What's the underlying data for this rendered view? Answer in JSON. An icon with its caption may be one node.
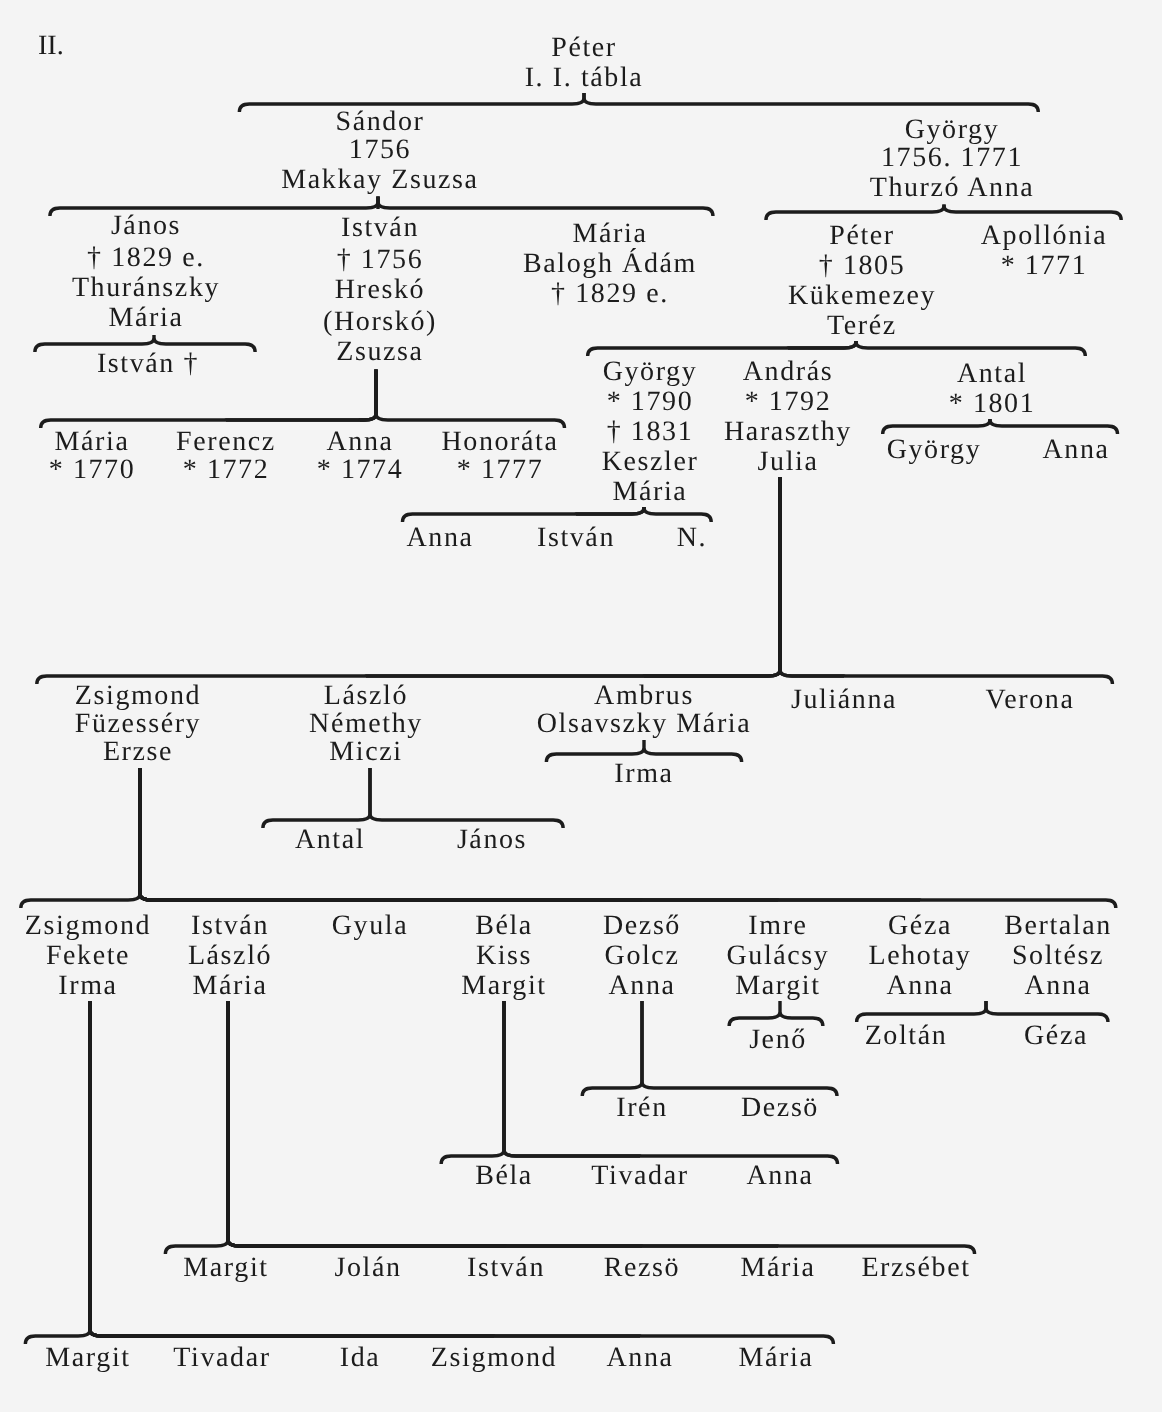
{
  "diagram": {
    "title": "II.",
    "nodes": [
      {
        "text": [
          "Péter",
          "I. I. tábla"
        ]
      },
      {
        "text": [
          "Sándor",
          "1756",
          "Makkay Zsuzsa"
        ]
      },
      {
        "text": [
          "György",
          "1756. 1771",
          "Thurzó Anna"
        ]
      },
      {
        "text": [
          "János",
          "† 1829 e.",
          "Thuránszky",
          "Mária"
        ]
      },
      {
        "text": [
          "István",
          "† 1756",
          "Hreskó",
          "(Horskó)",
          "Zsuzsa"
        ]
      },
      {
        "text": [
          "Mária",
          "Balogh Ádám",
          "† 1829 e."
        ]
      },
      {
        "text": [
          "Péter",
          "† 1805",
          "Kükemezey",
          "Teréz"
        ]
      },
      {
        "text": [
          "Apollónia",
          "* 1771"
        ]
      },
      {
        "text": [
          "István †"
        ]
      },
      {
        "text": [
          "György",
          "* 1790",
          "† 1831",
          "Keszler",
          "Mária"
        ]
      },
      {
        "text": [
          "András",
          "* 1792",
          "Haraszthy",
          "Julia"
        ]
      },
      {
        "text": [
          "Antal",
          "* 1801"
        ]
      },
      {
        "text": [
          "Mária",
          "* 1770"
        ]
      },
      {
        "text": [
          "Ferencz",
          "* 1772"
        ]
      },
      {
        "text": [
          "Anna",
          "* 1774"
        ]
      },
      {
        "text": [
          "Honoráta",
          "* 1777"
        ]
      },
      {
        "text": [
          "György"
        ]
      },
      {
        "text": [
          "Anna"
        ]
      },
      {
        "text": [
          "Anna"
        ]
      },
      {
        "text": [
          "István"
        ]
      },
      {
        "text": [
          "N."
        ]
      },
      {
        "text": [
          "Zsigmond",
          "Füzesséry",
          "Erzse"
        ]
      },
      {
        "text": [
          "László",
          "Némethy",
          "Miczi"
        ]
      },
      {
        "text": [
          "Ambrus",
          "Olsavszky Mária"
        ]
      },
      {
        "text": [
          "Juliánna"
        ]
      },
      {
        "text": [
          "Verona"
        ]
      },
      {
        "text": [
          "Irma"
        ]
      },
      {
        "text": [
          "Antal"
        ]
      },
      {
        "text": [
          "János"
        ]
      },
      {
        "text": [
          "Zsigmond",
          "Fekete",
          "Irma"
        ]
      },
      {
        "text": [
          "István",
          "László",
          "Mária"
        ]
      },
      {
        "text": [
          "Gyula"
        ]
      },
      {
        "text": [
          "Béla",
          "Kiss",
          "Margit"
        ]
      },
      {
        "text": [
          "Dezső",
          "Golcz",
          "Anna"
        ]
      },
      {
        "text": [
          "Imre",
          "Gulácsy",
          "Margit"
        ]
      },
      {
        "text": [
          "Géza",
          "Lehotay",
          "Anna"
        ]
      },
      {
        "text": [
          "Bertalan",
          "Soltész",
          "Anna"
        ]
      },
      {
        "text": [
          "Jenő"
        ]
      },
      {
        "text": [
          "Zoltán"
        ]
      },
      {
        "text": [
          "Géza"
        ]
      },
      {
        "text": [
          "Irén"
        ]
      },
      {
        "text": [
          "Dezsö"
        ]
      },
      {
        "text": [
          "Béla"
        ]
      },
      {
        "text": [
          "Tivadar"
        ]
      },
      {
        "text": [
          "Anna"
        ]
      },
      {
        "text": [
          "Margit"
        ]
      },
      {
        "text": [
          "Jolán"
        ]
      },
      {
        "text": [
          "István"
        ]
      },
      {
        "text": [
          "Rezsö"
        ]
      },
      {
        "text": [
          "Mária"
        ]
      },
      {
        "text": [
          "Erzsébet"
        ]
      },
      {
        "text": [
          "Margit"
        ]
      },
      {
        "text": [
          "Tivadar"
        ]
      },
      {
        "text": [
          "Ida"
        ]
      },
      {
        "text": [
          "Zsigmond"
        ]
      },
      {
        "text": [
          "Anna"
        ]
      },
      {
        "text": [
          "Mária"
        ]
      }
    ],
    "edges": [
      {
        "from": 0,
        "to": 1,
        "arrow": "none"
      },
      {
        "from": 0,
        "to": 2,
        "arrow": "none"
      },
      {
        "from": 1,
        "to": 3,
        "arrow": "none"
      },
      {
        "from": 1,
        "to": 4,
        "arrow": "none"
      },
      {
        "from": 1,
        "to": 5,
        "arrow": "none"
      },
      {
        "from": 2,
        "to": 6,
        "arrow": "none"
      },
      {
        "from": 2,
        "to": 7,
        "arrow": "none"
      },
      {
        "from": 3,
        "to": 8,
        "arrow": "none"
      },
      {
        "from": 6,
        "to": 9,
        "arrow": "none"
      },
      {
        "from": 6,
        "to": 10,
        "arrow": "none"
      },
      {
        "from": 6,
        "to": 11,
        "arrow": "none"
      },
      {
        "from": 4,
        "to": 12,
        "arrow": "none"
      },
      {
        "from": 4,
        "to": 13,
        "arrow": "none"
      },
      {
        "from": 4,
        "to": 14,
        "arrow": "none"
      },
      {
        "from": 4,
        "to": 15,
        "arrow": "none"
      },
      {
        "from": 11,
        "to": 16,
        "arrow": "none"
      },
      {
        "from": 11,
        "to": 17,
        "arrow": "none"
      },
      {
        "from": 9,
        "to": 18,
        "arrow": "none"
      },
      {
        "from": 9,
        "to": 19,
        "arrow": "none"
      },
      {
        "from": 9,
        "to": 20,
        "arrow": "none"
      },
      {
        "from": 10,
        "to": 21,
        "arrow": "none"
      },
      {
        "from": 10,
        "to": 22,
        "arrow": "none"
      },
      {
        "from": 10,
        "to": 23,
        "arrow": "none"
      },
      {
        "from": 10,
        "to": 24,
        "arrow": "none"
      },
      {
        "from": 10,
        "to": 25,
        "arrow": "none"
      },
      {
        "from": 23,
        "to": 26,
        "arrow": "none"
      },
      {
        "from": 22,
        "to": 27,
        "arrow": "none"
      },
      {
        "from": 22,
        "to": 28,
        "arrow": "none"
      },
      {
        "from": 21,
        "to": 29,
        "arrow": "none"
      },
      {
        "from": 21,
        "to": 30,
        "arrow": "none"
      },
      {
        "from": 21,
        "to": 31,
        "arrow": "none"
      },
      {
        "from": 21,
        "to": 32,
        "arrow": "none"
      },
      {
        "from": 21,
        "to": 33,
        "arrow": "none"
      },
      {
        "from": 21,
        "to": 34,
        "arrow": "none"
      },
      {
        "from": 21,
        "to": 35,
        "arrow": "none"
      },
      {
        "from": 21,
        "to": 36,
        "arrow": "none"
      },
      {
        "from": 34,
        "to": 37,
        "arrow": "none"
      },
      {
        "from": 35,
        "to": 38,
        "arrow": "none"
      },
      {
        "from": 36,
        "to": 39,
        "arrow": "none"
      },
      {
        "from": 33,
        "to": 40,
        "arrow": "none"
      },
      {
        "from": 33,
        "to": 41,
        "arrow": "none"
      },
      {
        "from": 32,
        "to": 42,
        "arrow": "none"
      },
      {
        "from": 32,
        "to": 43,
        "arrow": "none"
      },
      {
        "from": 32,
        "to": 44,
        "arrow": "none"
      },
      {
        "from": 30,
        "to": 45,
        "arrow": "none"
      },
      {
        "from": 30,
        "to": 46,
        "arrow": "none"
      },
      {
        "from": 30,
        "to": 47,
        "arrow": "none"
      },
      {
        "from": 30,
        "to": 48,
        "arrow": "none"
      },
      {
        "from": 30,
        "to": 49,
        "arrow": "none"
      },
      {
        "from": 30,
        "to": 50,
        "arrow": "none"
      },
      {
        "from": 29,
        "to": 51,
        "arrow": "none"
      },
      {
        "from": 29,
        "to": 52,
        "arrow": "none"
      },
      {
        "from": 29,
        "to": 53,
        "arrow": "none"
      },
      {
        "from": 29,
        "to": 54,
        "arrow": "none"
      },
      {
        "from": 29,
        "to": 55,
        "arrow": "none"
      },
      {
        "from": 29,
        "to": 56,
        "arrow": "none"
      }
    ]
  }
}
